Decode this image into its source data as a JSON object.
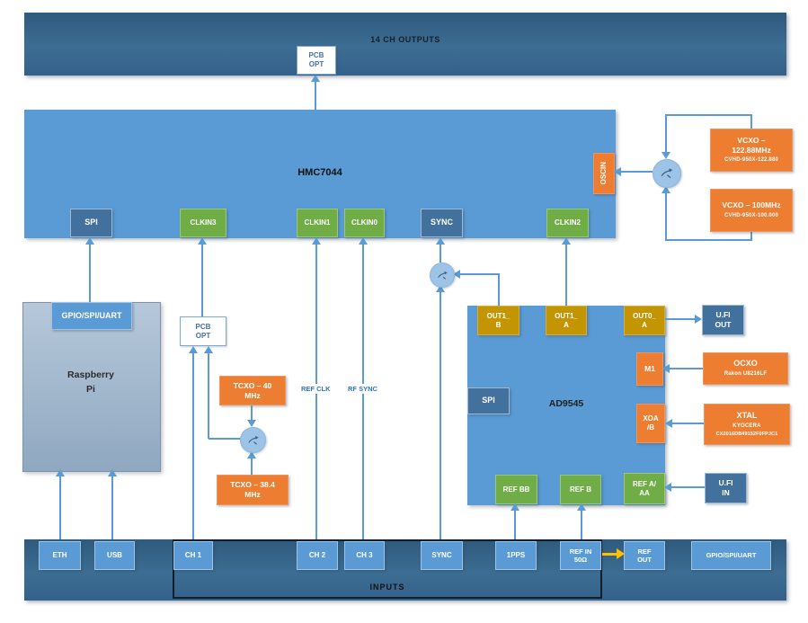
{
  "top_bar": {
    "label": "14 CH OUTPUTS"
  },
  "pcb_opt_top": {
    "line1": "PCB",
    "line2": "OPT"
  },
  "hmc7044": {
    "title": "HMC7044",
    "spi": "SPI",
    "clkin3": "CLKIN3",
    "clkin1": "CLKIN1",
    "clkin0": "CLKIN0",
    "sync": "SYNC",
    "clkin2": "CLKIN2",
    "oscin": "OSCIN"
  },
  "vcxo_122": {
    "line1": "VCXO –",
    "line2": "122.88MHz",
    "part": "CVHD-950X-122.880"
  },
  "vcxo_100": {
    "line1": "VCXO – 100MHz",
    "part": "CVHD-950X-100.000"
  },
  "raspberry_pi": {
    "header": "GPIO/SPI/UART",
    "line1": "Raspberry",
    "line2": "Pi"
  },
  "pcb_opt_mid": {
    "line1": "PCB",
    "line2": "OPT"
  },
  "tcxo_40": {
    "line1": "TCXO – 40",
    "line2": "MHz"
  },
  "tcxo_384": {
    "line1": "TCXO – 38.4",
    "line2": "MHz"
  },
  "line_labels": {
    "ref_clk": "REF CLK",
    "rf_sync": "RF SYNC"
  },
  "ad9545": {
    "title": "AD9545",
    "spi": "SPI",
    "out1b_line1": "OUT1_",
    "out1b_line2": "B",
    "out1a_line1": "OUT1_",
    "out1a_line2": "A",
    "out0a_line1": "OUT0_",
    "out0a_line2": "A",
    "m1": "M1",
    "xoab_line1": "XOA",
    "xoab_line2": "/B",
    "ref_bb": "REF BB",
    "ref_b": "REF B",
    "ref_a_line1": "REF A/",
    "ref_a_line2": "AA"
  },
  "ufl_out": {
    "line1": "U.FI",
    "line2": "OUT"
  },
  "ufl_in": {
    "line1": "U.FI",
    "line2": "IN"
  },
  "ocxo": {
    "title": "OCXO",
    "part": "Rakon U8216LF"
  },
  "xtal": {
    "title": "XTAL",
    "maker": "KYOCERA",
    "part": "CX2016DB49152F0FPJC1"
  },
  "inputs": {
    "label": "INPUTS",
    "eth": "ETH",
    "usb": "USB",
    "ch1": "CH 1",
    "ch2": "CH 2",
    "ch3": "CH 3",
    "sync": "SYNC",
    "pps": "1PPS",
    "ref_in_line1": "REF IN",
    "ref_in_line2": "50Ω",
    "ref_out_line1": "REF",
    "ref_out_line2": "OUT",
    "gpio": "GPIO/SPI/UART"
  },
  "colors": {
    "accent_blue": "#5b9bd5",
    "dark_bar": "#35648a",
    "green": "#70ad47",
    "orange": "#ed7d31",
    "gold": "#c39500",
    "dark_port": "#41719c",
    "mux_fill": "#9dc3e6",
    "connector_yellow": "#ffc000"
  }
}
